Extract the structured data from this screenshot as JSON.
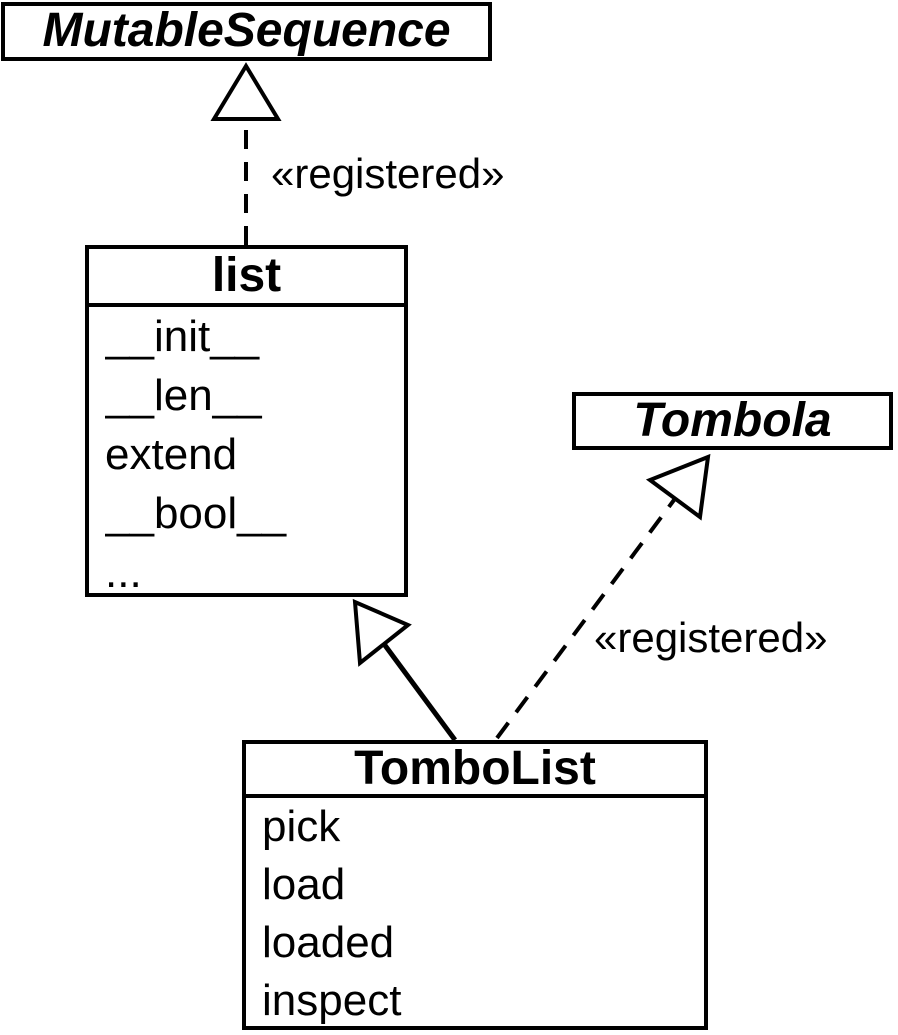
{
  "diagram": {
    "type": "uml-class-diagram",
    "background_color": "#ffffff",
    "line_color": "#000000",
    "classes": [
      {
        "name": "MutableSequence",
        "abstract": true,
        "methods": []
      },
      {
        "name": "list",
        "abstract": false,
        "methods": [
          "__init__",
          "__len__",
          "extend",
          "__bool__",
          "..."
        ]
      },
      {
        "name": "Tombola",
        "abstract": true,
        "methods": []
      },
      {
        "name": "TomboList",
        "abstract": false,
        "methods": [
          "pick",
          "load",
          "loaded",
          "inspect"
        ]
      }
    ],
    "relationships": [
      {
        "from": "list",
        "to": "MutableSequence",
        "style": "dashed",
        "arrowhead": "hollow-triangle",
        "label": "«registered»"
      },
      {
        "from": "TomboList",
        "to": "list",
        "style": "solid",
        "arrowhead": "hollow-triangle",
        "label": ""
      },
      {
        "from": "TomboList",
        "to": "Tombola",
        "style": "dashed",
        "arrowhead": "hollow-triangle",
        "label": "«registered»"
      }
    ]
  }
}
